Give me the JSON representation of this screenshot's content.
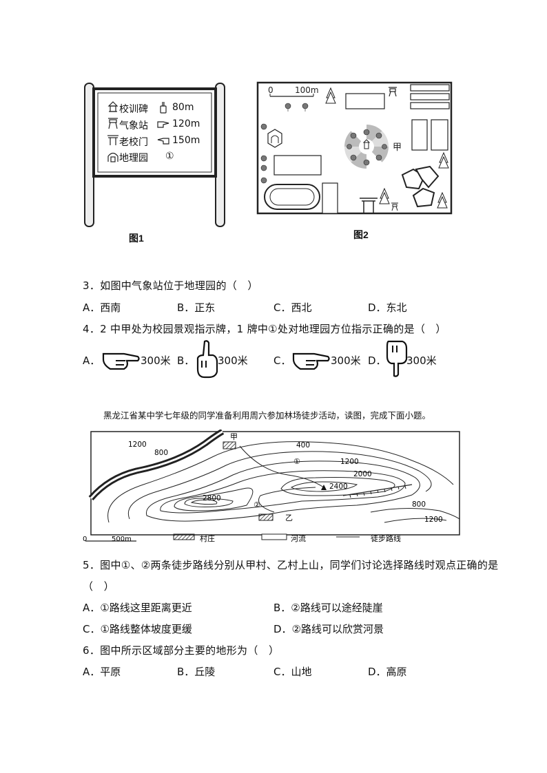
{
  "fig1": {
    "caption": "图1",
    "rows": [
      {
        "name": "校训碑",
        "dist": "80m"
      },
      {
        "name": "气象站",
        "dist": "120m"
      },
      {
        "name": "老校门",
        "dist": "150m"
      },
      {
        "name": "地理园",
        "dist": "①"
      }
    ]
  },
  "fig2": {
    "caption": "图2",
    "scale_zero": "0",
    "scale_end": "100m",
    "label_jia": "甲"
  },
  "q3": {
    "stem": "3．如图中气象站位于地理园的（　）",
    "options": [
      "A．西南",
      "B．正东",
      "C．西北",
      "D．东北"
    ]
  },
  "q4": {
    "stem": "4．2 中甲处为校园景观指示牌，1 牌中①处对地理园方位指示正确的是（　）",
    "options": [
      {
        "letter": "A．",
        "text": "300米"
      },
      {
        "letter": "B．",
        "text": "300米"
      },
      {
        "letter": "C．",
        "text": "300米"
      },
      {
        "letter": "D．",
        "text": "300米"
      }
    ]
  },
  "intro": "黑龙江省某中学七年级的同学准备利用周六参加林场徒步活动，读图，完成下面小题。",
  "map": {
    "labels": {
      "jia": "甲",
      "yi": "乙",
      "r1": "①",
      "r2": "②"
    },
    "contours": [
      "1200",
      "800",
      "400",
      "1200",
      "2000",
      "2400",
      "2800",
      "800",
      "1200"
    ],
    "scale_zero": "0",
    "scale_end": "500m",
    "legend": [
      "村庄",
      "河流",
      "徒步路线"
    ]
  },
  "q5": {
    "stem": "5．图中①、②两条徒步路线分别从甲村、乙村上山，同学们讨论选择路线时观点正确的是",
    "stem2": "（　）",
    "options": [
      "A．①路线这里距离更近",
      "B．②路线可以途经陡崖",
      "C．①路线整体坡度更缓",
      "D．②路线可以欣赏河景"
    ]
  },
  "q6": {
    "stem": "6．图中所示区域部分主要的地形为（　）",
    "options": [
      "A．平原",
      "B．丘陵",
      "C．山地",
      "D．高原"
    ]
  }
}
